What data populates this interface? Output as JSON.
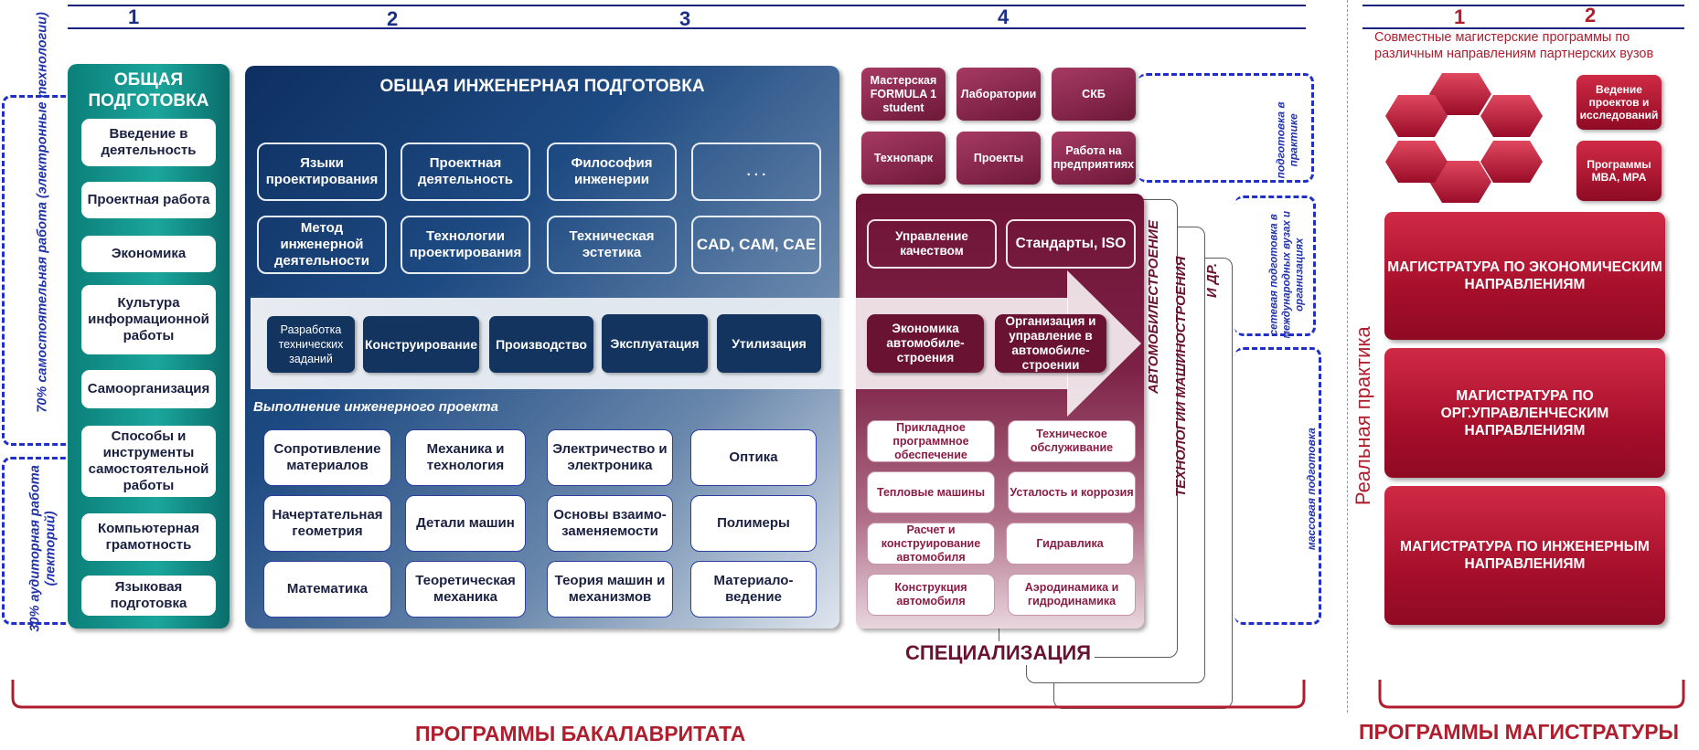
{
  "columns": {
    "c1": "1",
    "c2": "2",
    "c3": "3",
    "c4": "4",
    "m1": "1",
    "m2": "2"
  },
  "general": {
    "title": "ОБЩАЯ ПОДГОТОВКА",
    "items": [
      "Введение в деятельность",
      "Проектная работа",
      "Экономика",
      "Культура информационной работы",
      "Самоорганизация",
      "Способы и инструменты самостоятельной работы",
      "Компьютерная грамотность",
      "Языковая подготовка"
    ]
  },
  "side_left": {
    "top": "70% самостоятельная работа (электронные технологии)",
    "bottom": "30% аудиторная работа (лекторий)"
  },
  "engineering": {
    "title": "ОБЩАЯ ИНЖЕНЕРНАЯ ПОДГОТОВКА",
    "row1": [
      "Языки проектирования",
      "Проектная деятельность",
      "Философия инженерии",
      ". . ."
    ],
    "row2": [
      "Метод инженерной деятельности",
      "Технологии проектирования",
      "Техническая эстетика",
      "CAD, CAM, CAE"
    ],
    "lifecycle": [
      "Разработка технических заданий",
      "Конструирование",
      "Производство",
      "Эксплуатация",
      "Утилизация"
    ],
    "project_label": "Выполнение инженерного проекта",
    "grid": [
      "Сопротивление материалов",
      "Механика и технология",
      "Электричество и электроника",
      "Оптика",
      "Начертательная геометрия",
      "Детали машин",
      "Основы взаимо-заменяемости",
      "Полимеры",
      "Математика",
      "Теоретическая механика",
      "Теория машин и механизмов",
      "Материало-ведение"
    ]
  },
  "practice": {
    "tiles": [
      "Мастерская FORMULA 1 student",
      "Лаборатории",
      "СКБ",
      "Технопарк",
      "Проекты",
      "Работа на предприятиях"
    ],
    "side1": "подготовка в практике",
    "side2": "сетевая подготовка в международных вузах и организациях",
    "side3": "массовая подготовка"
  },
  "specialization": {
    "top": [
      "Управление качеством",
      "Стандарты, ISO"
    ],
    "mid": [
      "Экономика автомобиле-строения",
      "Организация и управление в автомобиле-строении"
    ],
    "bottom": [
      "Прикладное программное обеспечение",
      "Техническое обслуживание",
      "Тепловые машины",
      "Усталость и коррозия",
      "Расчет и конструирование автомобиля",
      "Гидравлика",
      "Конструкция автомобиля",
      "Аэродинамика и гидродинамика"
    ],
    "cards": [
      "АВТОМОБИЛЕСТРОЕНИЕ",
      "ТЕХНОЛОГИИ МАШИНОСТРОЕНИЯ",
      "И ДР."
    ],
    "label": "СПЕЦИАЛИЗАЦИЯ"
  },
  "masters": {
    "intro": "Совместные магистерские программы по различным направлениям партнерских вузов",
    "small": [
      "Ведение проектов и исследований",
      "Программы MBA, MPA"
    ],
    "programs": [
      "МАГИСТРАТУРА ПО ЭКОНОМИЧЕСКИМ НАПРАВЛЕНИЯМ",
      "МАГИСТРАТУРА ПО ОРГ.УПРАВЛЕНЧЕСКИМ НАПРАВЛЕНИЯМ",
      "МАГИСТРАТУРА ПО ИНЖЕНЕРНЫМ НАПРАВЛЕНИЯМ"
    ],
    "side": "Реальная практика"
  },
  "footer": {
    "bachelor": "ПРОГРАММЫ БАКАЛАВРИТАТА",
    "master": "ПРОГРАММЫ МАГИСТРАТУРЫ"
  },
  "colors": {
    "teal": "#1aa69c",
    "navy": "#0e2f60",
    "maroon": "#6f1436",
    "crimson": "#b01e2e",
    "dash_blue": "#1f2fc8"
  }
}
